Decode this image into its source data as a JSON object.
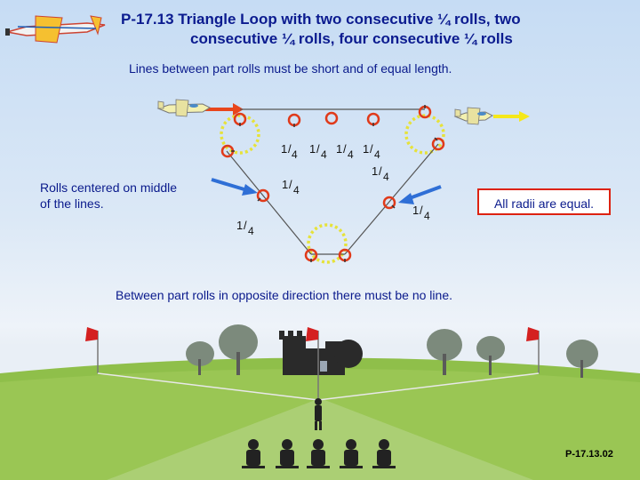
{
  "title_line1": "P-17.13 Triangle Loop with two consecutive ¼ rolls, two",
  "title_line2": "consecutive ¼ rolls, four consecutive ¼ rolls",
  "note_lines": "Lines between part rolls must be short and of equal length.",
  "note_centered": "Rolls centered on middle of the lines.",
  "note_radii": "All radii are equal.",
  "note_opposite": "Between part rolls in opposite direction there must be no line.",
  "figure_code": "P-17.13.02",
  "roll_labels": [
    {
      "num": "1",
      "den": "4"
    },
    {
      "num": "1",
      "den": "4"
    },
    {
      "num": "1",
      "den": "4"
    },
    {
      "num": "1",
      "den": "4"
    },
    {
      "num": "1",
      "den": "4"
    },
    {
      "num": "1",
      "den": "4"
    },
    {
      "num": "1",
      "den": "4"
    },
    {
      "num": "1",
      "den": "4"
    }
  ],
  "colors": {
    "roll_marker": "#e03a1a",
    "loop_radius": "#e6e23a",
    "entry_arrow": "#e8461c",
    "exit_arrow": "#f5e81a",
    "pointer_arrow": "#2f6fd6",
    "text": "#0a1a8c",
    "flag": "#d42020"
  }
}
